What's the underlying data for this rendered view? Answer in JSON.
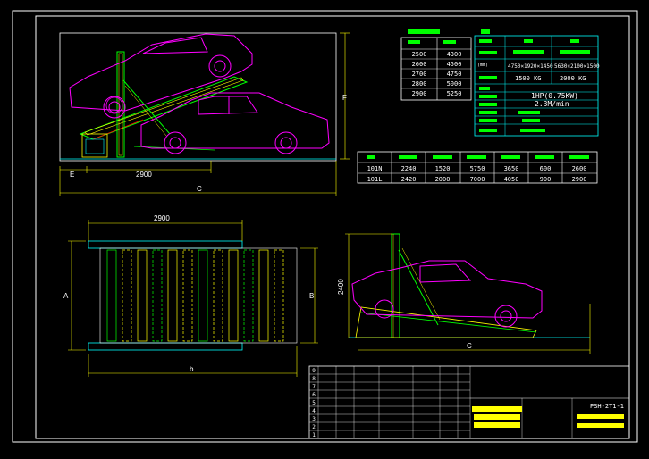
{
  "colors": {
    "background": "#000000",
    "border": "#ffffff",
    "table": "#ffffff",
    "dimension": "#ffff00",
    "car": "#ff00ff",
    "structure": "#00ff00",
    "accent": "#00ffff",
    "red": "#ff0000"
  },
  "dimensions": {
    "front_2900": "2900",
    "front_c": "C",
    "front_e": "E",
    "front_f": "F",
    "plan_2900": "2900",
    "plan_a": "A",
    "plan_b": "B",
    "plan_d": "b",
    "side_2400": "2400",
    "side_c": "C"
  },
  "length_table": {
    "rows": [
      [
        "2500",
        "4300"
      ],
      [
        "2600",
        "4500"
      ],
      [
        "2700",
        "4750"
      ],
      [
        "2800",
        "5000"
      ],
      [
        "2900",
        "5250"
      ]
    ]
  },
  "spec_table": {
    "values": {
      "size_a": "4750×1920×1450",
      "size_b": "5630×2100×1500",
      "weight_a": "1500 KG",
      "weight_b": "2000 KG",
      "power": "1HP(0.75KW)",
      "speed": "2.3M/min"
    }
  },
  "model_table": {
    "rows": [
      [
        "101N",
        "2240",
        "1520",
        "5750",
        "3650",
        "600",
        "2600"
      ],
      [
        "101L",
        "2420",
        "2000",
        "7000",
        "4050",
        "900",
        "2900"
      ]
    ]
  },
  "title_block": {
    "drawing_no": "PSH-2T1-1",
    "row_letters": [
      "9",
      "8",
      "7",
      "6",
      "5",
      "4",
      "3",
      "2",
      "1"
    ]
  }
}
